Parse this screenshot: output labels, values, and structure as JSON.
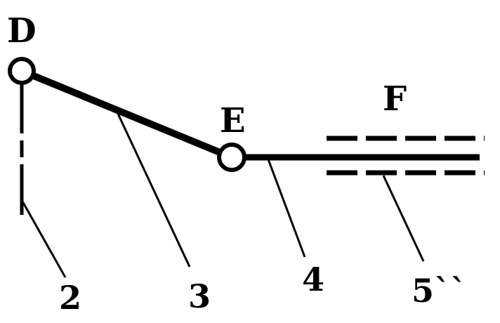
{
  "joints": {
    "d": "D",
    "e": "E",
    "f": "F"
  },
  "callouts": {
    "c2": "2",
    "c3": "3",
    "c4": "4",
    "c5": "5``"
  },
  "colors": {
    "ink": "#000000",
    "background": "#ffffff"
  }
}
